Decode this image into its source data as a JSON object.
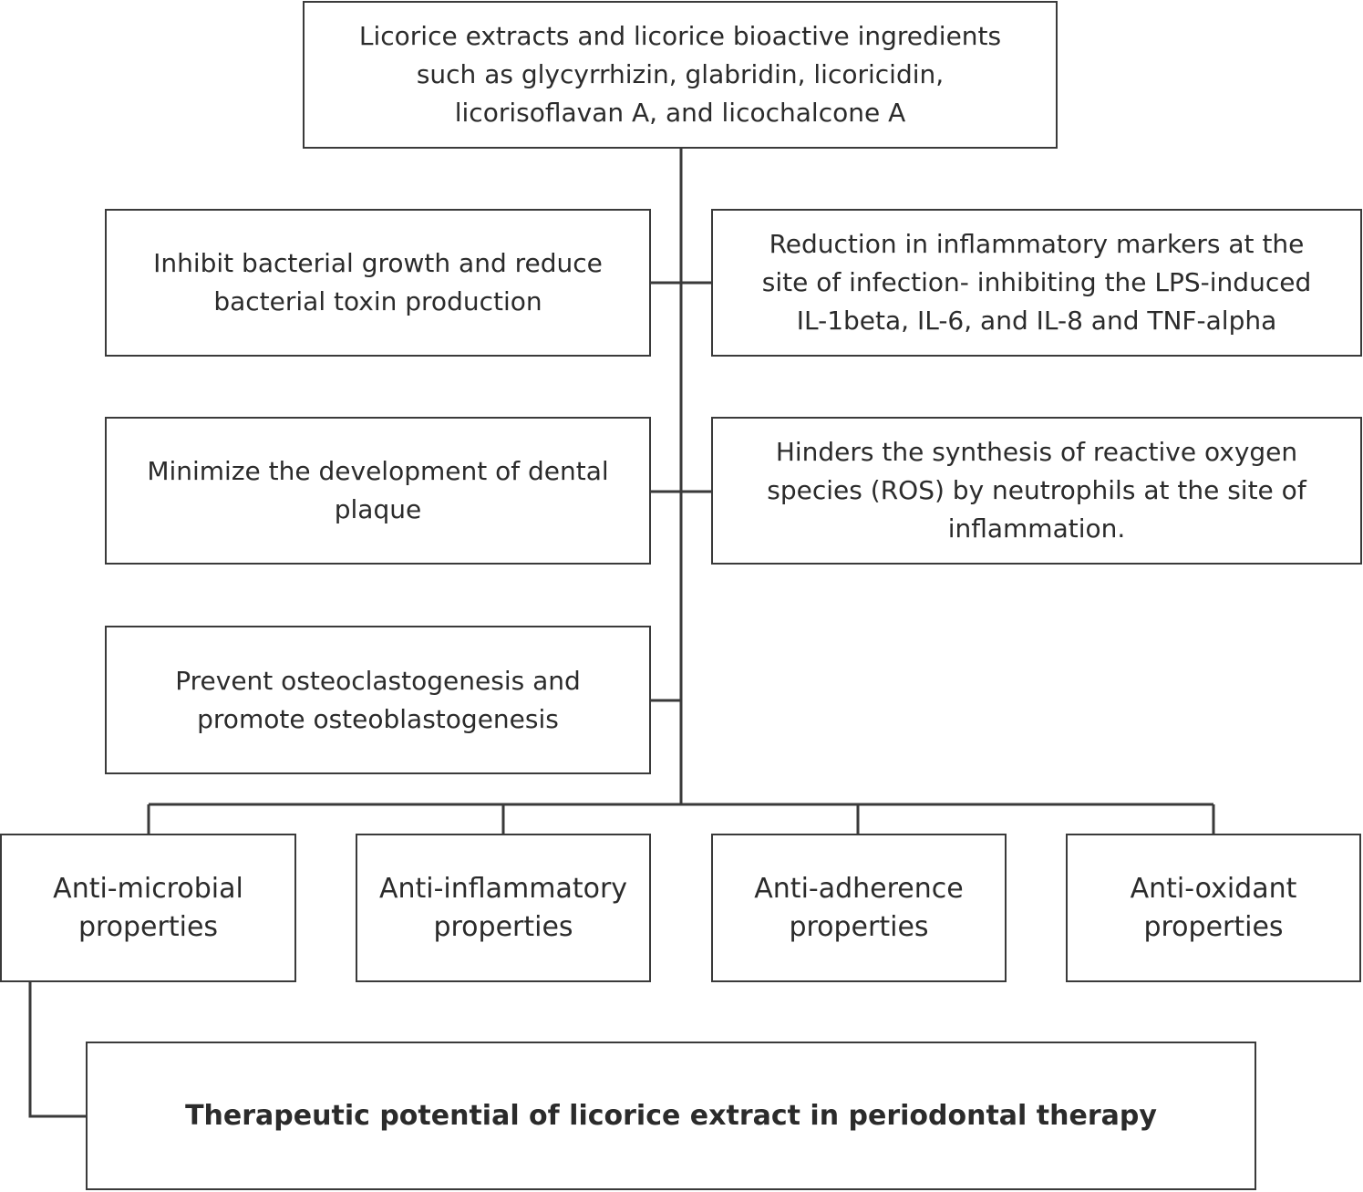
{
  "source": {
    "text": "Licorice extracts and licorice bioactive ingredients\nsuch as glycyrrhizin, glabridin, licoricidin,\nlicorisoflavan A, and licochalcone A"
  },
  "mechanisms": [
    {
      "text": "Inhibit bacterial growth and reduce\nbacterial toxin production"
    },
    {
      "text": "Reduction in inflammatory markers at the\nsite of infection- inhibiting the LPS-induced\nIL-1beta, IL-6, and IL-8 and TNF-alpha"
    },
    {
      "text": "Minimize the development of dental\nplaque"
    },
    {
      "text": "Hinders the synthesis of reactive oxygen\nspecies (ROS) by neutrophils at the site of\ninflammation."
    },
    {
      "text": "Prevent osteoclastogenesis and\npromote osteoblastogenesis"
    }
  ],
  "properties": [
    {
      "text": "Anti-microbial\nproperties"
    },
    {
      "text": "Anti-inflammatory\nproperties"
    },
    {
      "text": "Anti-adherence\nproperties"
    },
    {
      "text": "Anti-oxidant\nproperties"
    }
  ],
  "result": {
    "text": "Therapeutic potential of licorice extract in periodontal therapy"
  },
  "colors": {
    "line": "#3a3a3a",
    "text": "#2b2b2b",
    "background": "#ffffff"
  }
}
